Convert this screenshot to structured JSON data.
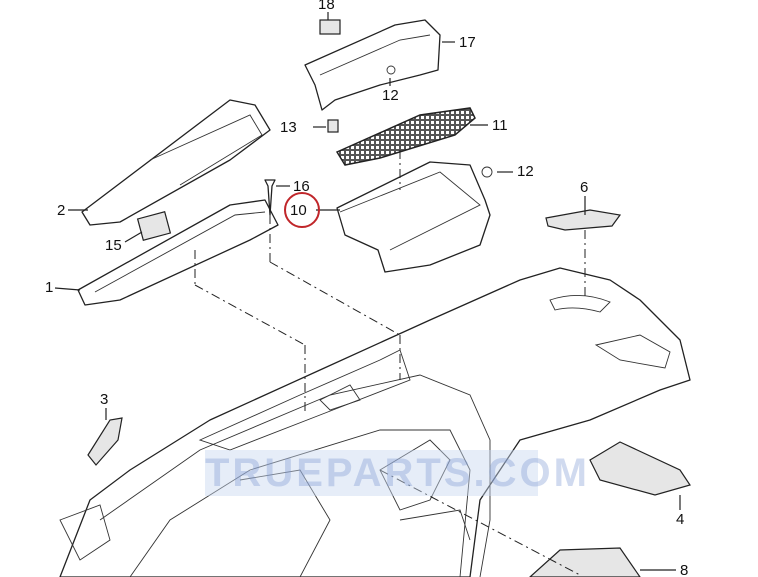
{
  "diagram": {
    "callouts": [
      "1",
      "2",
      "3",
      "4",
      "6",
      "8",
      "10",
      "11",
      "12",
      "12",
      "13",
      "15",
      "16",
      "17",
      "18"
    ],
    "highlighted_callout": "10",
    "highlight_color": "#c0262a"
  },
  "watermark": "TRUEPARTS.COM"
}
